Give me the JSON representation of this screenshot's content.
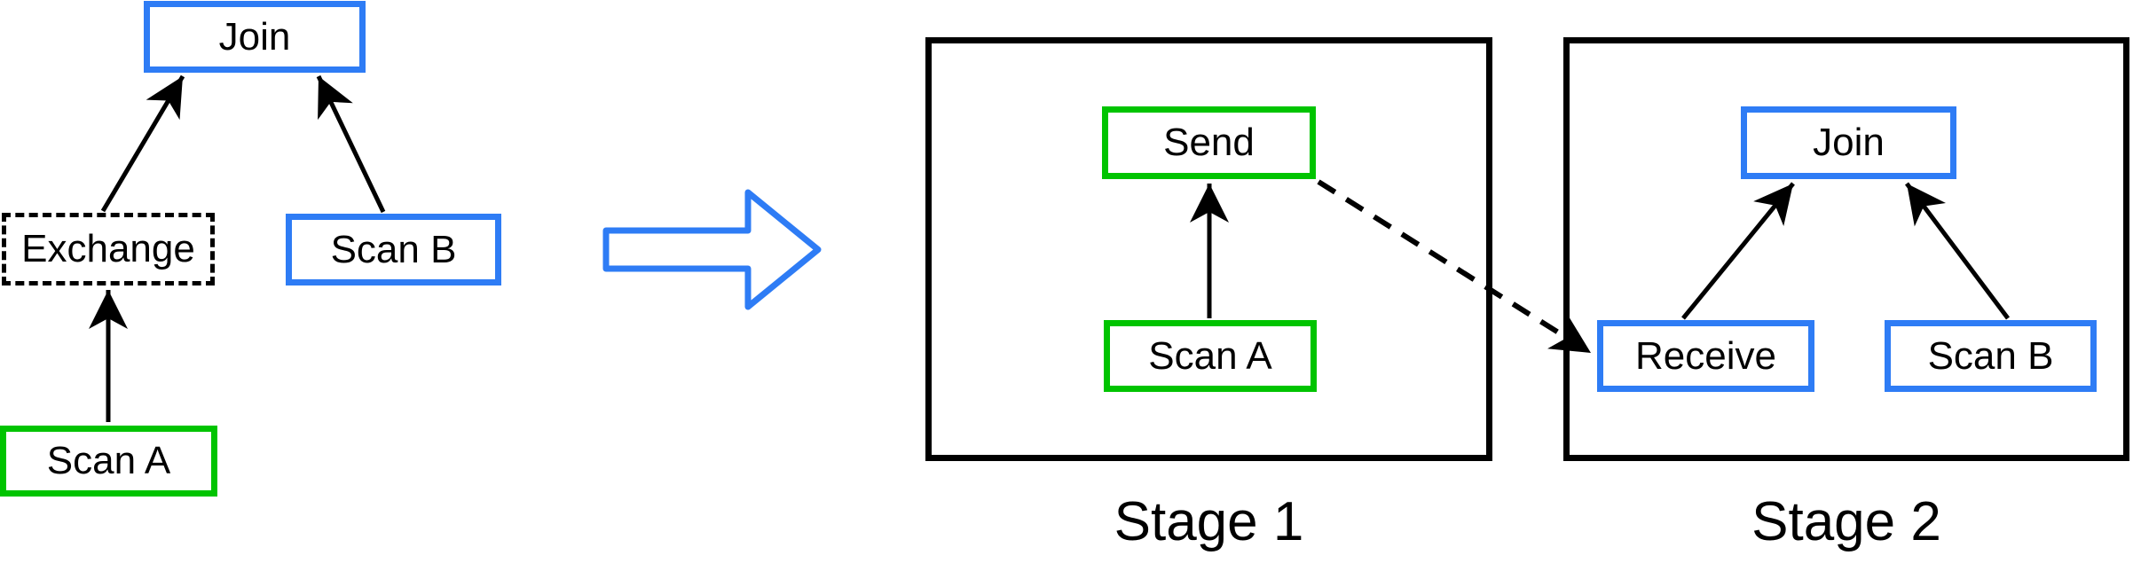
{
  "diagram": {
    "logical_plan": {
      "join_label": "Join",
      "exchange_label": "Exchange",
      "scan_b_label": "Scan B",
      "scan_a_label": "Scan A"
    },
    "stage1": {
      "title": "Stage 1",
      "send_label": "Send",
      "scan_a_label": "Scan A"
    },
    "stage2": {
      "title": "Stage 2",
      "join_label": "Join",
      "receive_label": "Receive",
      "scan_b_label": "Scan B"
    },
    "colors": {
      "node_blue": "#2E7CF5",
      "node_green": "#00C400",
      "line_black": "#000000"
    }
  }
}
